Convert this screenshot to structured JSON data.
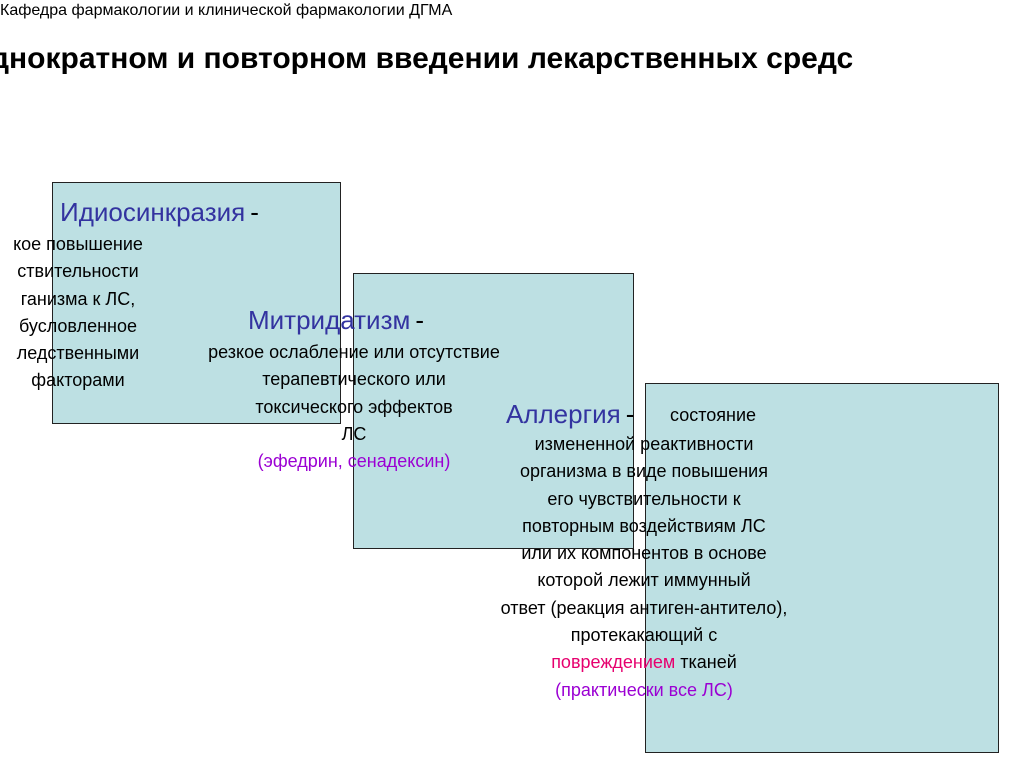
{
  "header": {
    "department": "Кафедра фармакологии и клинической фармакологии  ДГМА",
    "title": "днократном и повторном введении лекарственных средс"
  },
  "cards": {
    "idiosyncrasy": {
      "term": "Идиосинкразия",
      "dash": "-",
      "lines": [
        "кое повышение",
        "ствительности",
        "ганизма к ЛС,",
        "бусловленное",
        "ледственными",
        "факторами"
      ]
    },
    "mithridatism": {
      "term": "Митридатизм",
      "dash": "-",
      "lines": [
        "резкое ослабление или отсутствие",
        "терапевтического или",
        "токсического эффектов",
        "ЛС"
      ],
      "example": "(эфедрин, сенадексин)"
    },
    "allergy": {
      "term": "Аллергия",
      "dash": "-",
      "first_line": "состояние",
      "lines": [
        "измененной реактивности",
        "организма в виде повышения",
        "его чувствительности к",
        "повторным воздействиям ЛС",
        "или их компонентов в основе",
        "которой лежит иммунный",
        "ответ (реакция антиген-антитело),",
        "протекакающий с"
      ],
      "highlight": "повреждением",
      "after_highlight": " тканей",
      "example": "(практически все ЛС)"
    }
  },
  "colors": {
    "box_fill": "#bde0e3",
    "term": "#3333a0",
    "example": "#9b00d3",
    "highlight": "#e6006e"
  }
}
